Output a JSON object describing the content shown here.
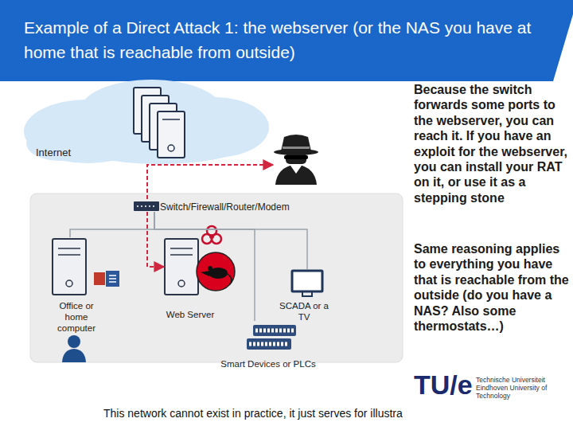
{
  "diagram": {
    "title": "Example of a Direct Attack 1: the webserver (or the NAS you have at home that is reachable from outside)",
    "caption": "This network cannot exist in practice, it just serves for illustra",
    "nodes": [
      {
        "text": [
          "Internet"
        ]
      },
      {
        "text": [
          "Switch/Firewall/Router/Modem"
        ]
      },
      {
        "text": [
          "Office or home computer"
        ]
      },
      {
        "text": [
          "Web Server"
        ]
      },
      {
        "text": [
          "SCADA or a TV"
        ]
      },
      {
        "text": [
          "Smart Devices or PLCs"
        ]
      }
    ],
    "edges": [
      {
        "from": 1,
        "to": 3,
        "arrow": "to"
      },
      {
        "from": 1,
        "to": 2,
        "arrow": "none"
      },
      {
        "from": 1,
        "to": 4,
        "arrow": "none"
      },
      {
        "from": 1,
        "to": 5,
        "arrow": "none"
      }
    ],
    "labels": [
      "Because the switch forwards some ports to the webserver, you can reach it. If you have an exploit for the webserver, you can install your RAT on it, or use it as a stepping stone",
      "Same reasoning applies to everything you have that is reachable from the outside (do you have a NAS? Also some thermostats…)",
      "TU/e",
      "Technische Universiteit Eindhoven University of Technology"
    ]
  }
}
